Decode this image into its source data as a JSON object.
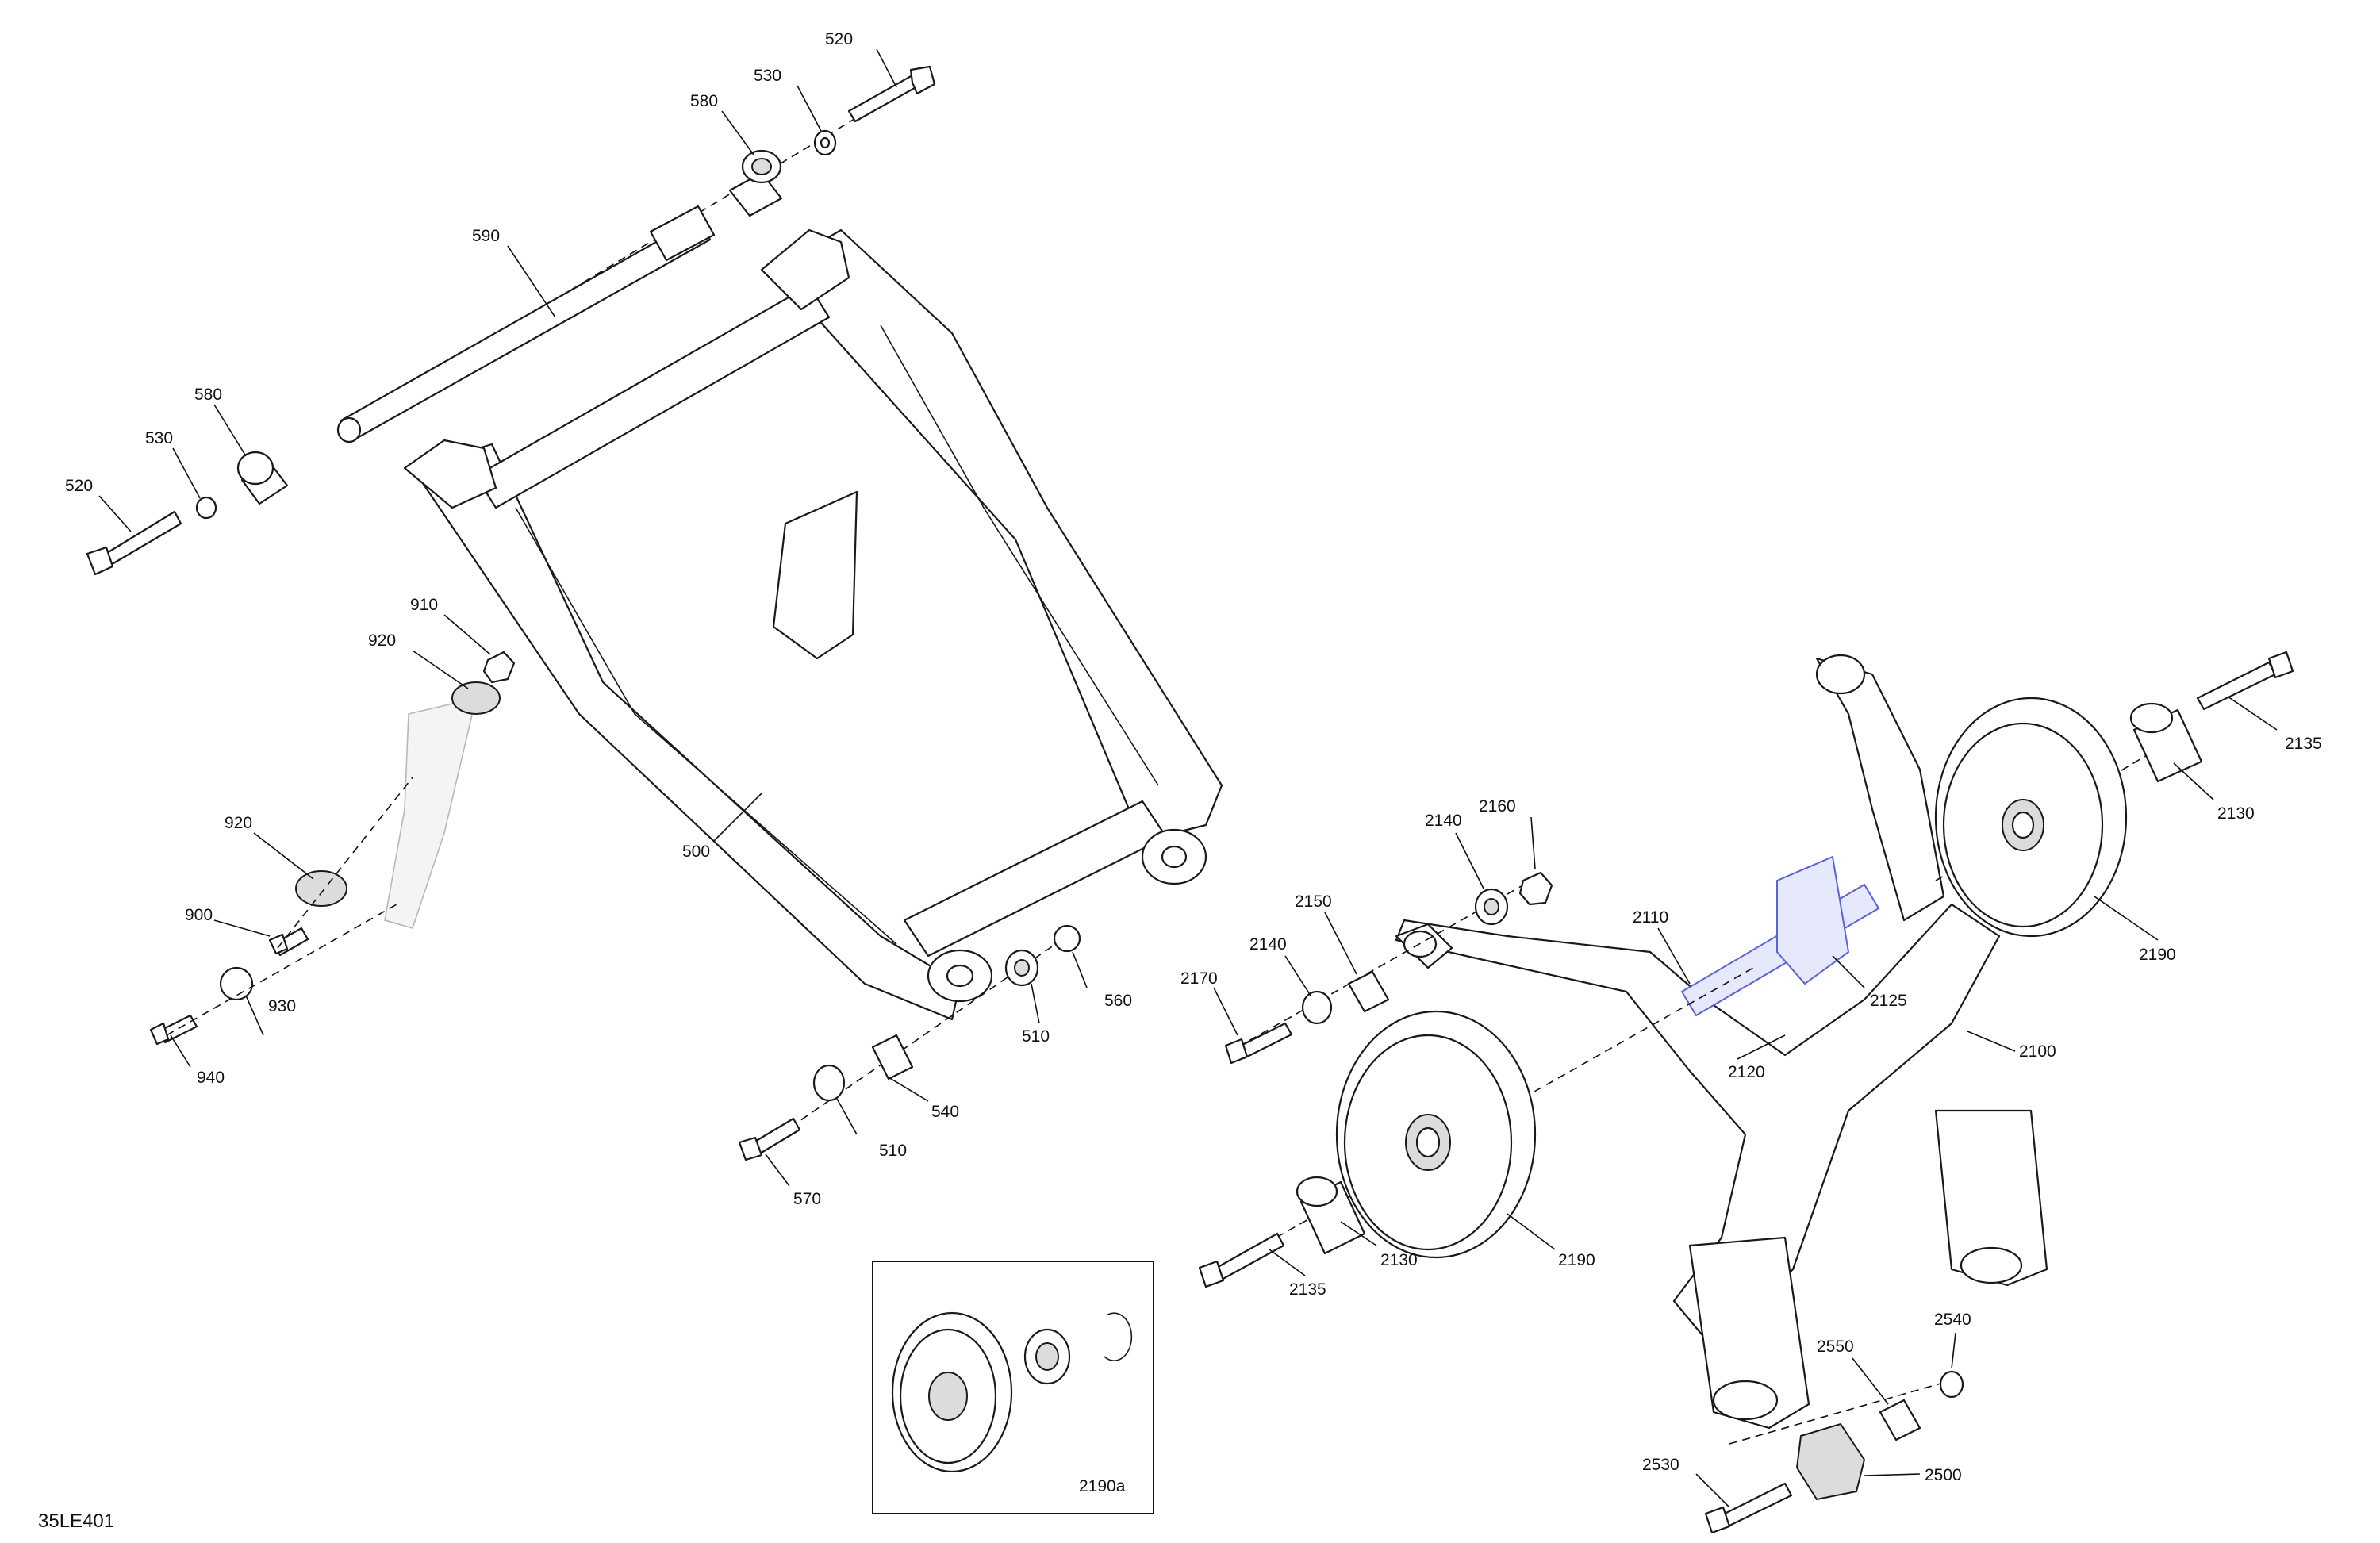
{
  "drawing_code": "35LE401",
  "inset_label": "2190a",
  "callouts": {
    "c520a": "520",
    "c530a": "530",
    "c580a": "580",
    "c590": "590",
    "c580b": "580",
    "c530b": "530",
    "c520b": "520",
    "c910": "910",
    "c920a": "920",
    "c920b": "920",
    "c900": "900",
    "c930": "930",
    "c940": "940",
    "c500": "500",
    "c510a": "510",
    "c560": "560",
    "c540": "540",
    "c510b": "510",
    "c570": "570",
    "c2170": "2170",
    "c2140a": "2140",
    "c2150": "2150",
    "c2140b": "2140",
    "c2160": "2160",
    "c2110": "2110",
    "c2125": "2125",
    "c2120": "2120",
    "c2100": "2100",
    "c2135a": "2135",
    "c2130a": "2130",
    "c2190a": "2190",
    "c2190b": "2190",
    "c2130b": "2130",
    "c2135b": "2135",
    "c2540": "2540",
    "c2550": "2550",
    "c2530": "2530",
    "c2500": "2500"
  }
}
